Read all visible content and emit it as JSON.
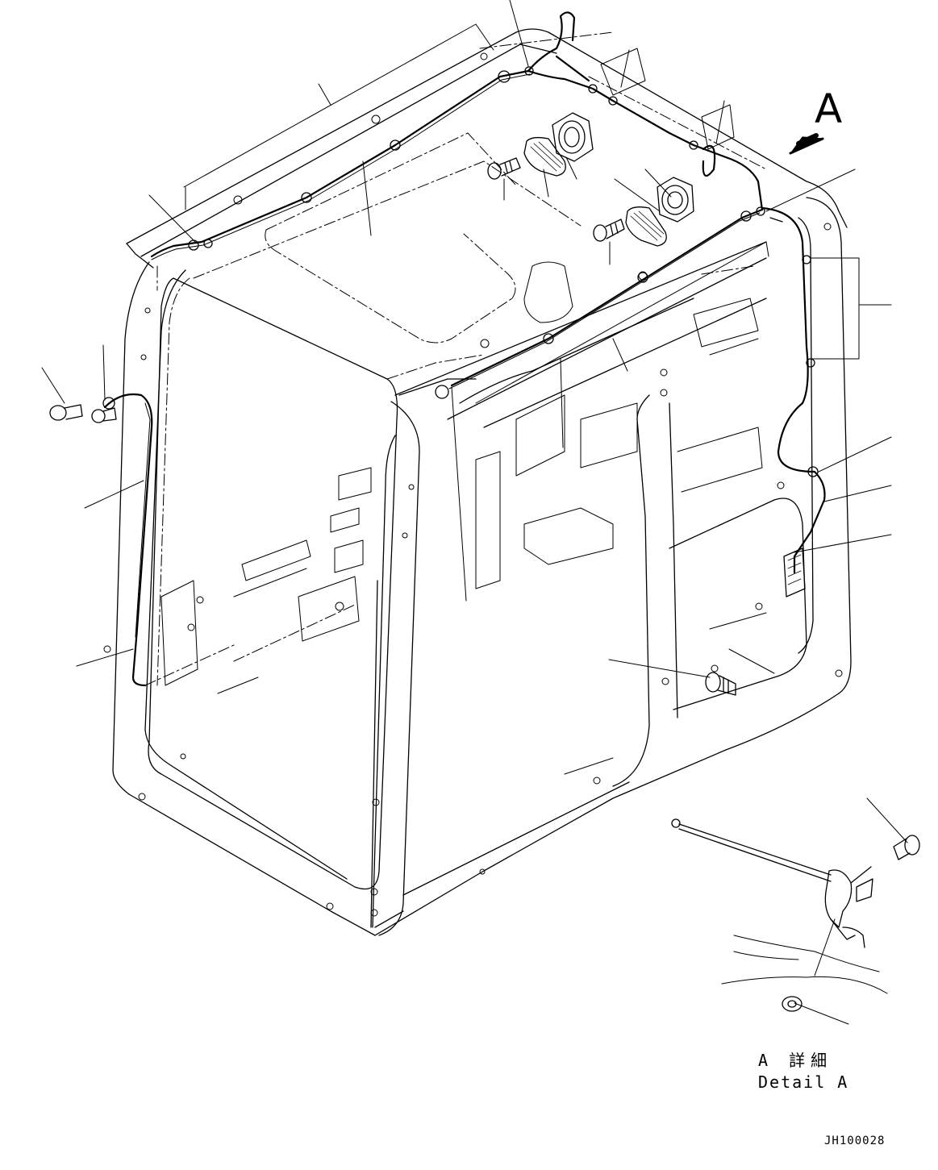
{
  "view_marker": "A",
  "detail": {
    "label_jp": "A 詳細",
    "label_en": "Detail A"
  },
  "drawing_number": "JH100028",
  "icons": [
    "view-arrow-icon",
    "bolt-icon",
    "speaker-icon",
    "speaker-grille-icon",
    "antenna-icon",
    "washer-icon",
    "connector-icon"
  ]
}
